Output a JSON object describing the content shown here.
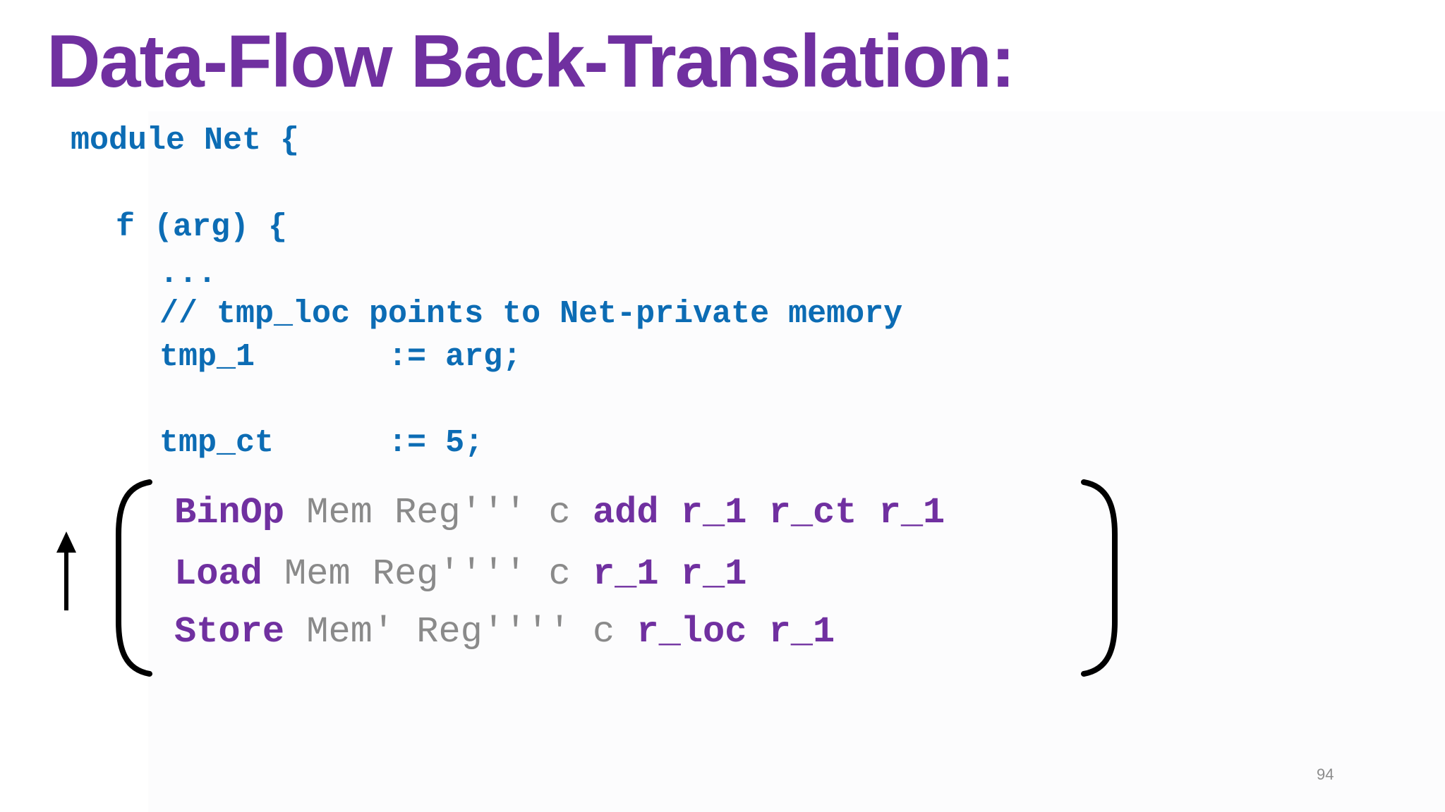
{
  "title": "Data-Flow Back-Translation:",
  "code": {
    "module_line": "module Net {",
    "func_line": "f (arg) {",
    "ellipsis": "...",
    "comment": "// tmp_loc points to Net-private memory",
    "assign1": "tmp_1       := arg;",
    "assign2": "tmp_ct      := 5;"
  },
  "instructions": [
    {
      "op": "BinOp",
      "types": "Mem Reg'''",
      "c": "c",
      "args": "add r_1 r_ct r_1"
    },
    {
      "op": "Load",
      "types": "Mem Reg''''",
      "c": "c",
      "args": "r_1 r_1"
    },
    {
      "op": "Store",
      "types": "Mem' Reg''''",
      "c": "c",
      "args": "r_loc r_1"
    }
  ],
  "page_number": "94",
  "colors": {
    "title": "#7030a0",
    "code": "#0c6cb4",
    "keyword": "#7030a0",
    "type": "#8a8a8a"
  },
  "icons": [
    "up-arrow-icon",
    "left-bracket",
    "right-bracket"
  ]
}
